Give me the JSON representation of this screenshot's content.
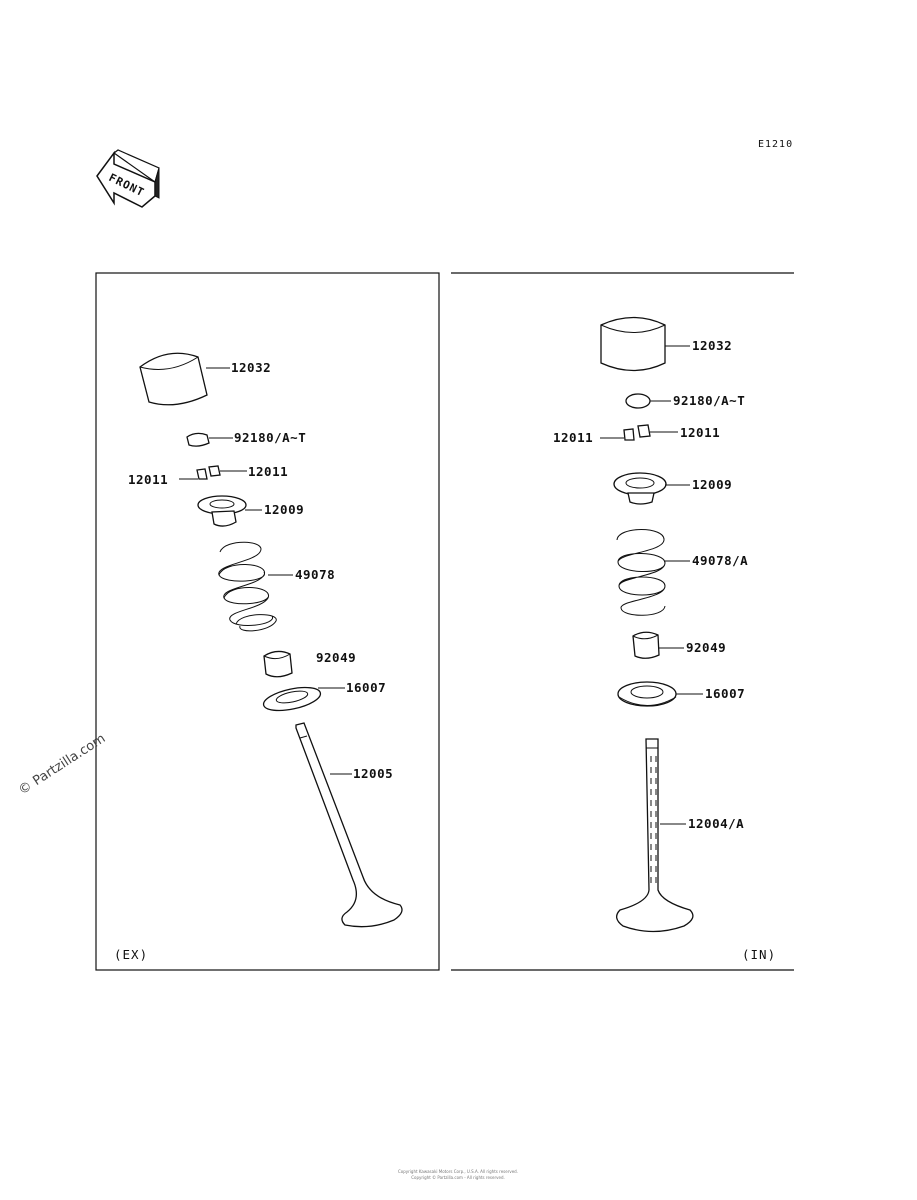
{
  "diagram_code": "E1210",
  "front_arrow_label": "FRONT",
  "watermark": "© Partzilla.com",
  "footer_line1": "Copyright Kawasaki Motors Corp., U.S.A. All rights reserved.",
  "footer_line2": "Copyright © Partzilla.com - All rights reserved.",
  "panels": {
    "ex": {
      "section_label": "(EX)",
      "parts": {
        "tappet": "12032",
        "shim": "92180/A~T",
        "cotter_left": "12011",
        "cotter_right": "12011",
        "retainer": "12009",
        "spring": "49078",
        "seal": "92049",
        "spring_seat": "16007",
        "valve": "12005"
      }
    },
    "in": {
      "section_label": "(IN)",
      "parts": {
        "tappet": "12032",
        "shim": "92180/A~T",
        "cotter_left": "12011",
        "cotter_right": "12011",
        "retainer": "12009",
        "spring": "49078/A",
        "seal": "92049",
        "spring_seat": "16007",
        "valve": "12004/A"
      }
    }
  }
}
